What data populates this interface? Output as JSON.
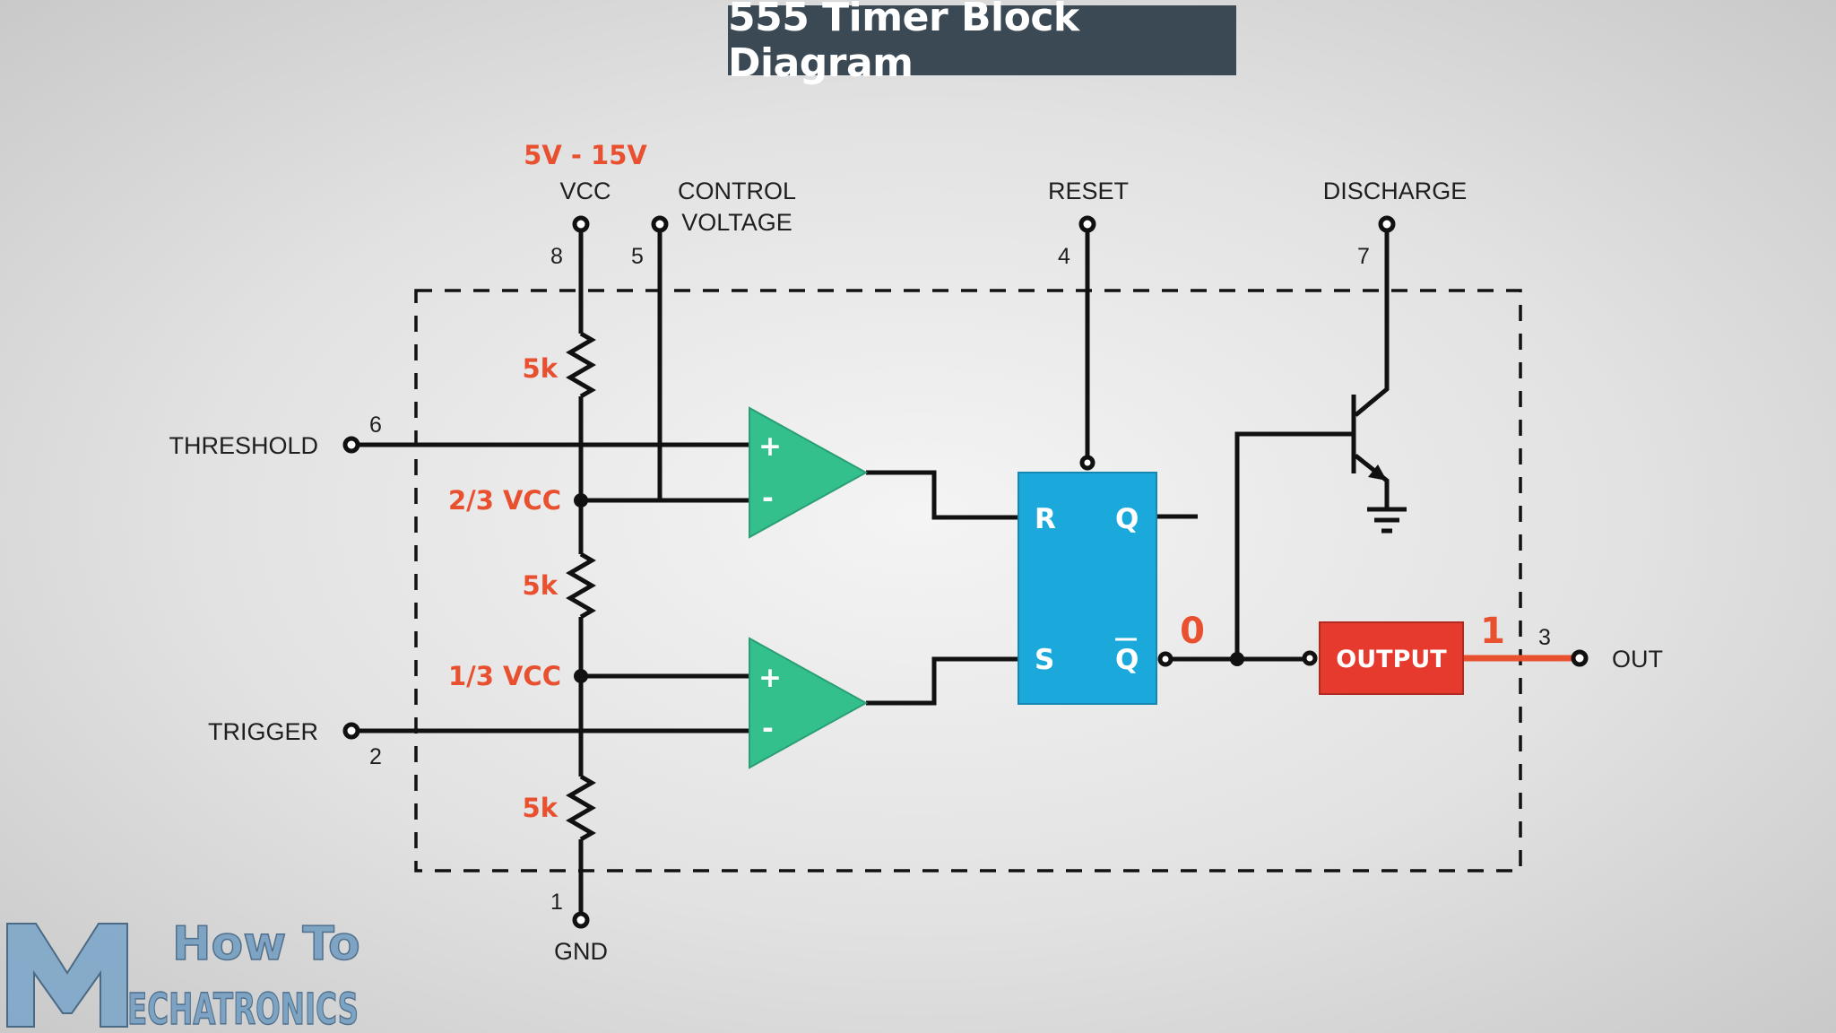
{
  "title": "555 Timer Block Diagram",
  "supply_voltage": "5V - 15V",
  "pins": {
    "vcc": {
      "label": "VCC",
      "number": "8"
    },
    "control": {
      "label_line1": "CONTROL",
      "label_line2": "VOLTAGE",
      "number": "5"
    },
    "reset": {
      "label": "RESET",
      "number": "4"
    },
    "discharge": {
      "label": "DISCHARGE",
      "number": "7"
    },
    "threshold": {
      "label": "THRESHOLD",
      "number": "6"
    },
    "trigger": {
      "label": "TRIGGER",
      "number": "2"
    },
    "gnd": {
      "label": "GND",
      "number": "1"
    },
    "out": {
      "label": "OUT",
      "number": "3"
    }
  },
  "resistors": [
    "5k",
    "5k",
    "5k"
  ],
  "divider_taps": {
    "upper": "2/3 VCC",
    "lower": "1/3 VCC"
  },
  "comparator_inputs": {
    "plus": "+",
    "minus": "-"
  },
  "flip_flop": {
    "r": "R",
    "q": "Q",
    "s": "S",
    "q_bar": "Q"
  },
  "output_block": "OUTPUT",
  "logic_levels": {
    "q_bar_state": "0",
    "output_state": "1"
  },
  "colors": {
    "title_bg": "#3b4954",
    "accent_red": "#e8502f",
    "comparator": "#33c08c",
    "flip_flop": "#1ba9dc",
    "output_block": "#e73a2e"
  },
  "logo": {
    "line1": "How To",
    "line2": "ECHATRONICS",
    "letter": "M"
  }
}
